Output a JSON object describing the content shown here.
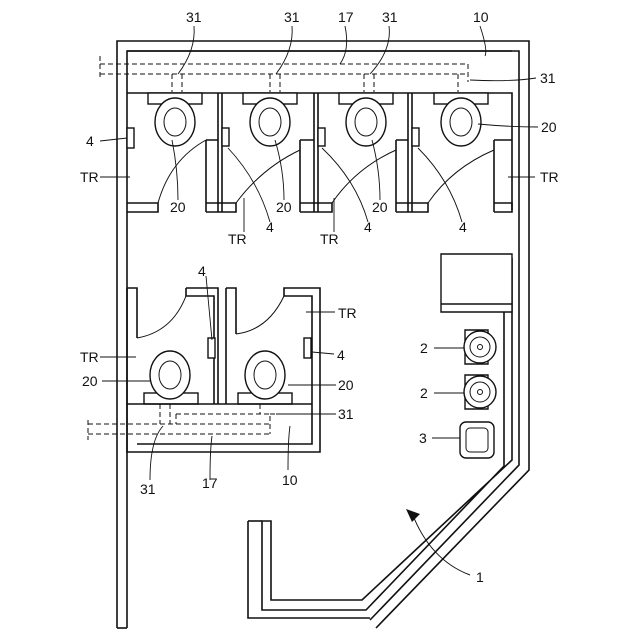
{
  "labels": {
    "pipe": "31",
    "main_pipe": "17",
    "wall": "10",
    "toilet": "20",
    "door_lock": "4",
    "toilet_room": "TR",
    "urinal": "2",
    "sink": "3",
    "building": "1"
  }
}
